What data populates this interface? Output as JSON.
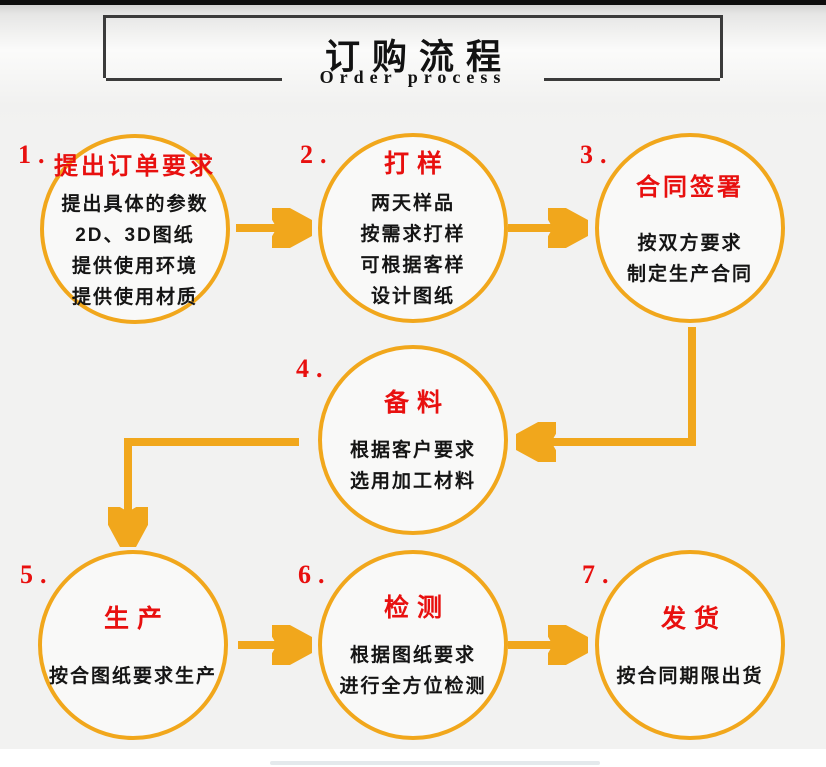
{
  "header": {
    "title": "订购流程",
    "subtitle": "Order process"
  },
  "steps": [
    {
      "number": "1.",
      "title": "提出订单要求",
      "lines": [
        "提出具体的参数",
        "2D、3D图纸",
        "提供使用环境",
        "提供使用材质"
      ]
    },
    {
      "number": "2.",
      "title": "打样",
      "lines": [
        "两天样品",
        "按需求打样",
        "可根据客样",
        "设计图纸"
      ]
    },
    {
      "number": "3.",
      "title": "合同签署",
      "lines": [
        "按双方要求",
        "制定生产合同"
      ]
    },
    {
      "number": "4.",
      "title": "备料",
      "lines": [
        "根据客户要求",
        "选用加工材料"
      ]
    },
    {
      "number": "5.",
      "title": "生产",
      "lines": [
        "按合图纸要求生产"
      ]
    },
    {
      "number": "6.",
      "title": "检测",
      "lines": [
        "根据图纸要求",
        "进行全方位检测"
      ]
    },
    {
      "number": "7.",
      "title": "发货",
      "lines": [
        "按合同期限出货"
      ]
    }
  ],
  "connections": [
    {
      "from": "1",
      "to": "2"
    },
    {
      "from": "2",
      "to": "3"
    },
    {
      "from": "3",
      "to": "4"
    },
    {
      "from": "4",
      "to": "5"
    },
    {
      "from": "5",
      "to": "6"
    },
    {
      "from": "6",
      "to": "7"
    }
  ],
  "colors": {
    "accent": "#F1A71C",
    "step_red": "#E8100F",
    "header_border": "#3B3B3B"
  }
}
